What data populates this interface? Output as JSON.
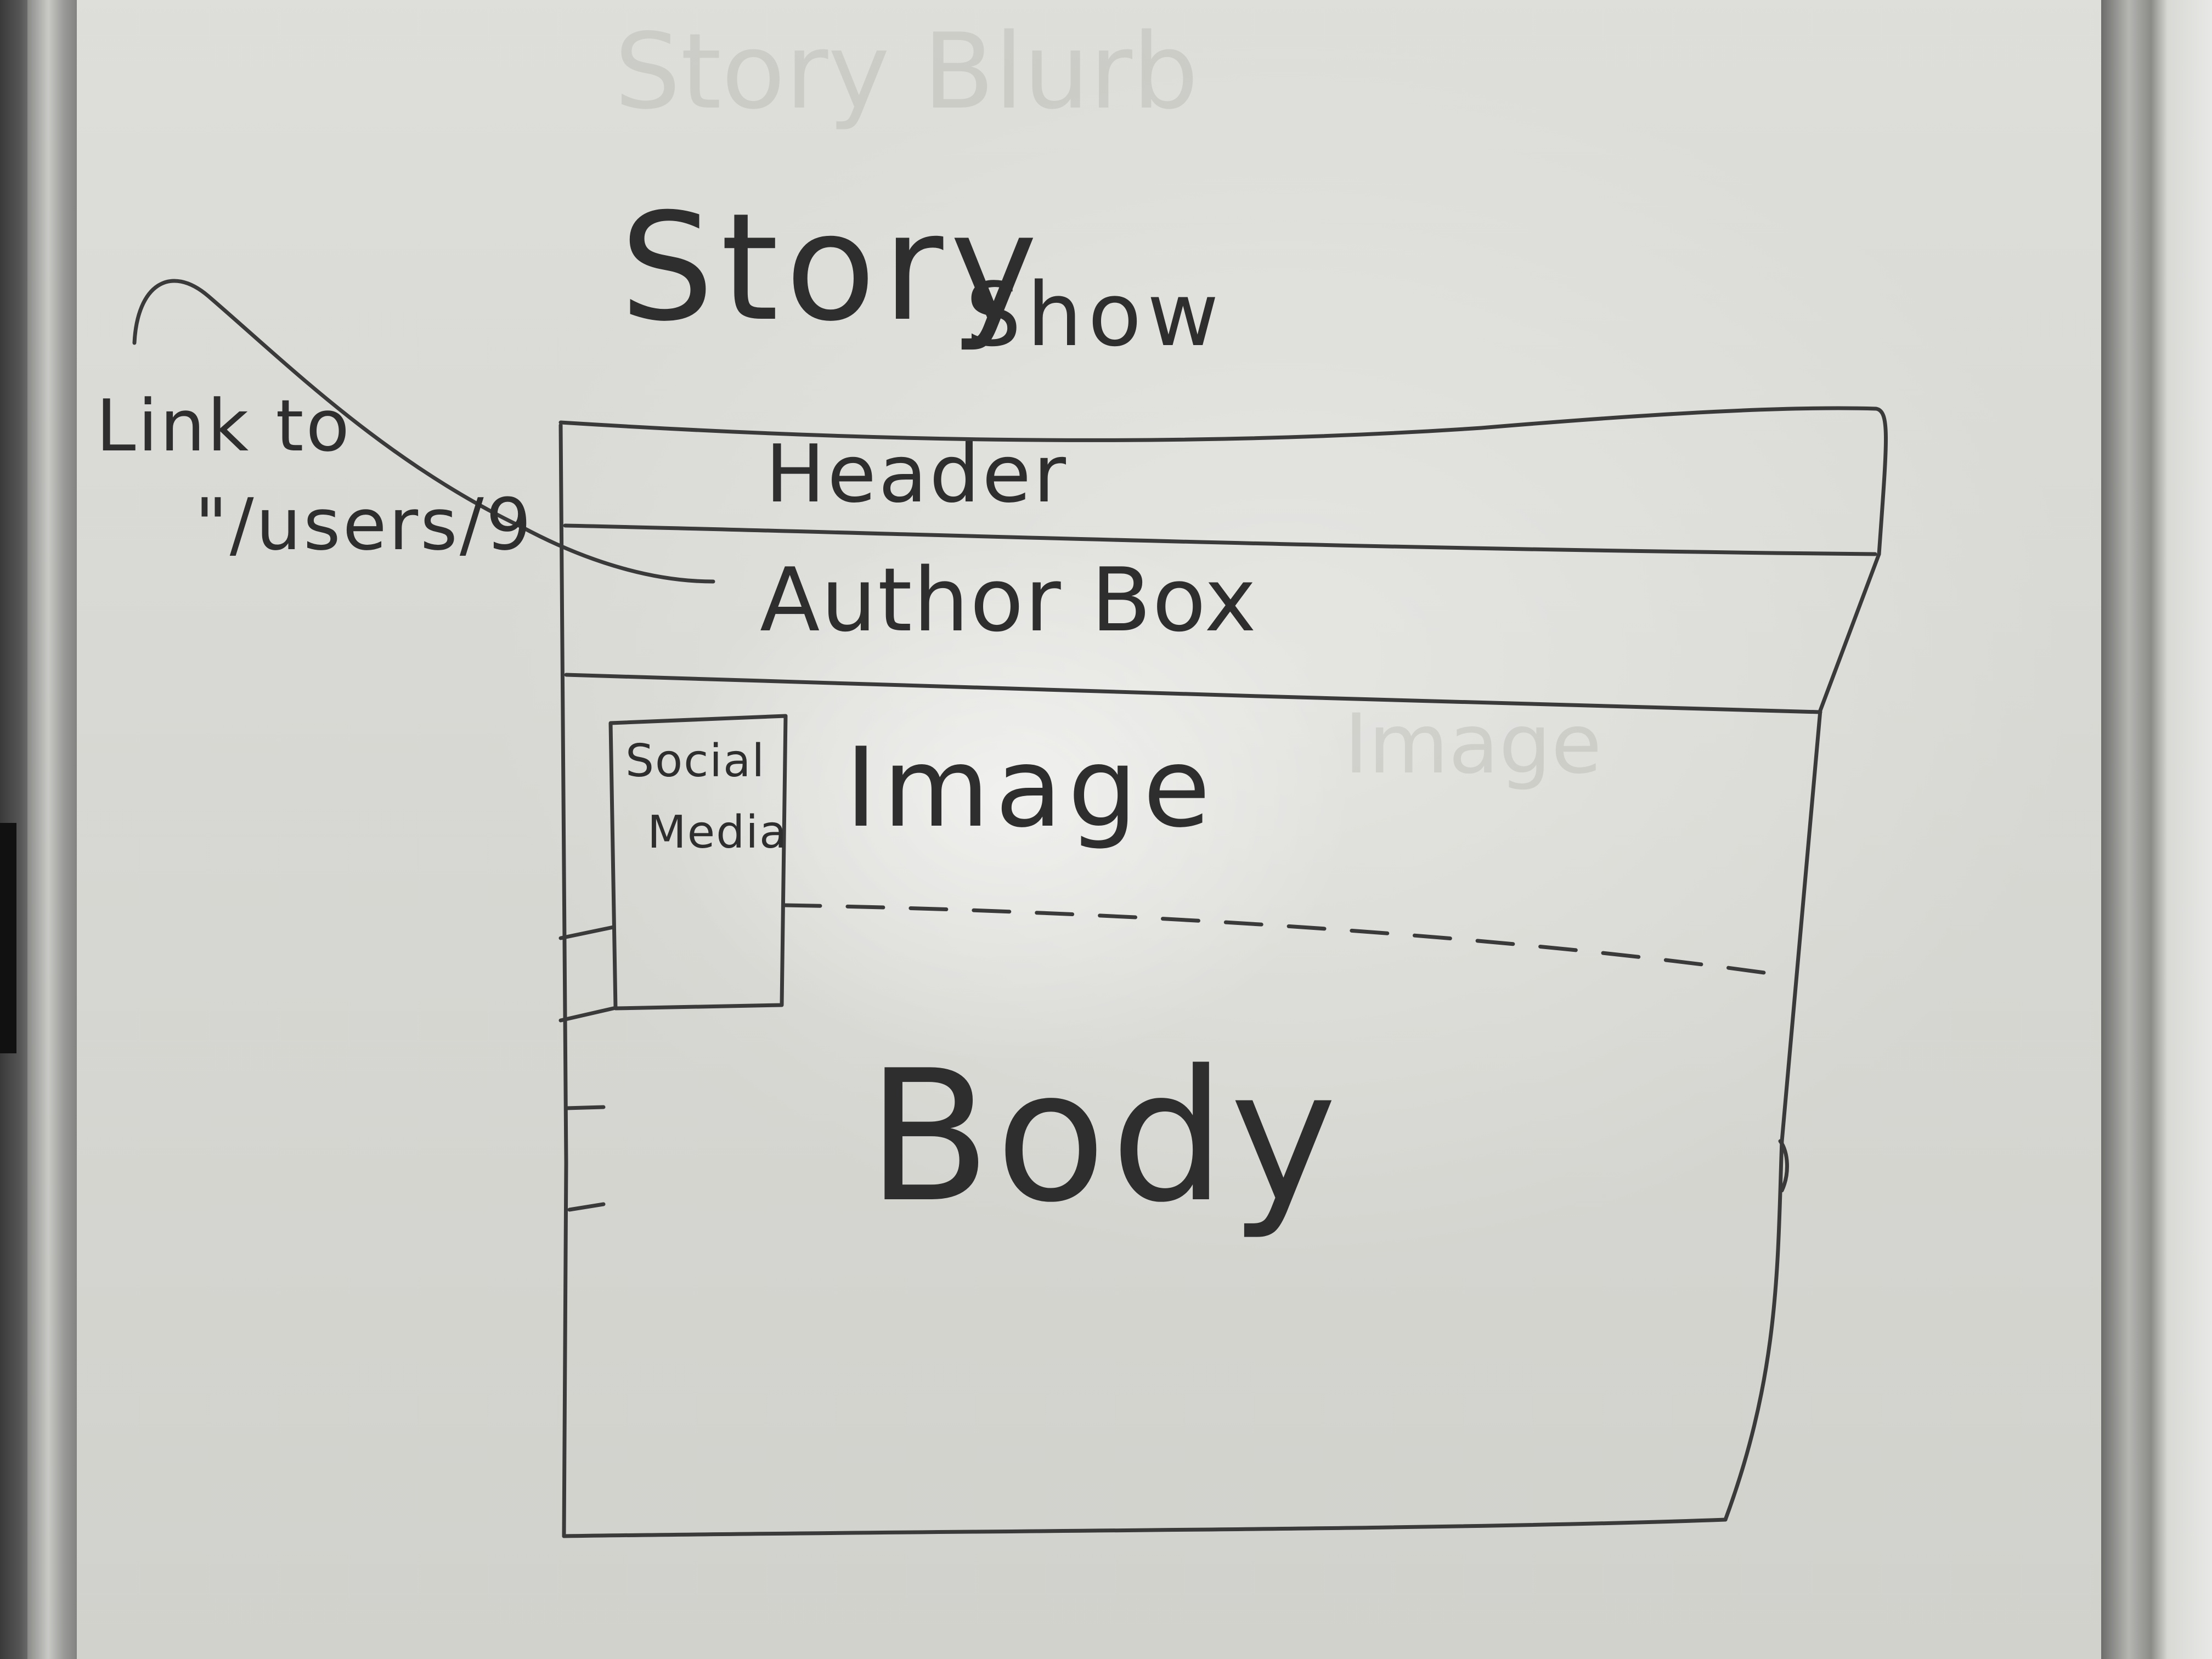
{
  "title": "Story",
  "subtitle": "Show",
  "annotation": {
    "line1": "Link to",
    "line2": "\"/users/9"
  },
  "sections": {
    "header": "Header",
    "author_box": "Author Box",
    "social_media_line1": "Social",
    "social_media_line2": "Media",
    "image": "Image",
    "body": "Body"
  },
  "erased_text": {
    "top": "Story Blurb",
    "right_image": "Image"
  },
  "colors": {
    "ink": "#2e2e2e",
    "board": "#dedeDA"
  }
}
